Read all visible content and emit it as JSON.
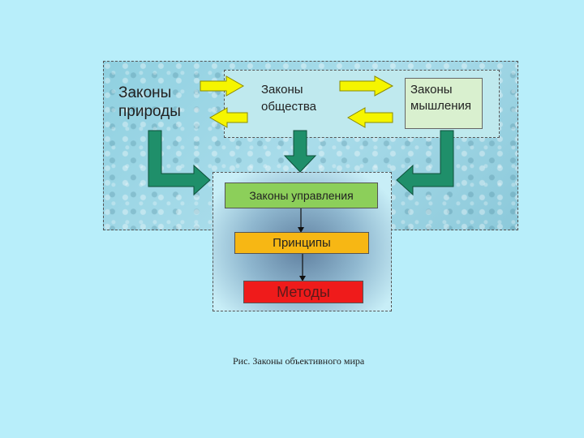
{
  "nodes": {
    "nature": "Законы\nприроды",
    "society": "Законы\nобщества",
    "thinking": "Законы\nмышления",
    "management": "Законы управления",
    "principles": "Принципы",
    "methods": "Методы"
  },
  "caption": "Рис. Законы объективного мира",
  "colors": {
    "background": "#b8eefa",
    "yellow_arrow": "#f5f500",
    "green_arrow": "#1f8f6a",
    "management": "#8ccf5a",
    "principles": "#f7b714",
    "methods": "#ef1b1b"
  }
}
